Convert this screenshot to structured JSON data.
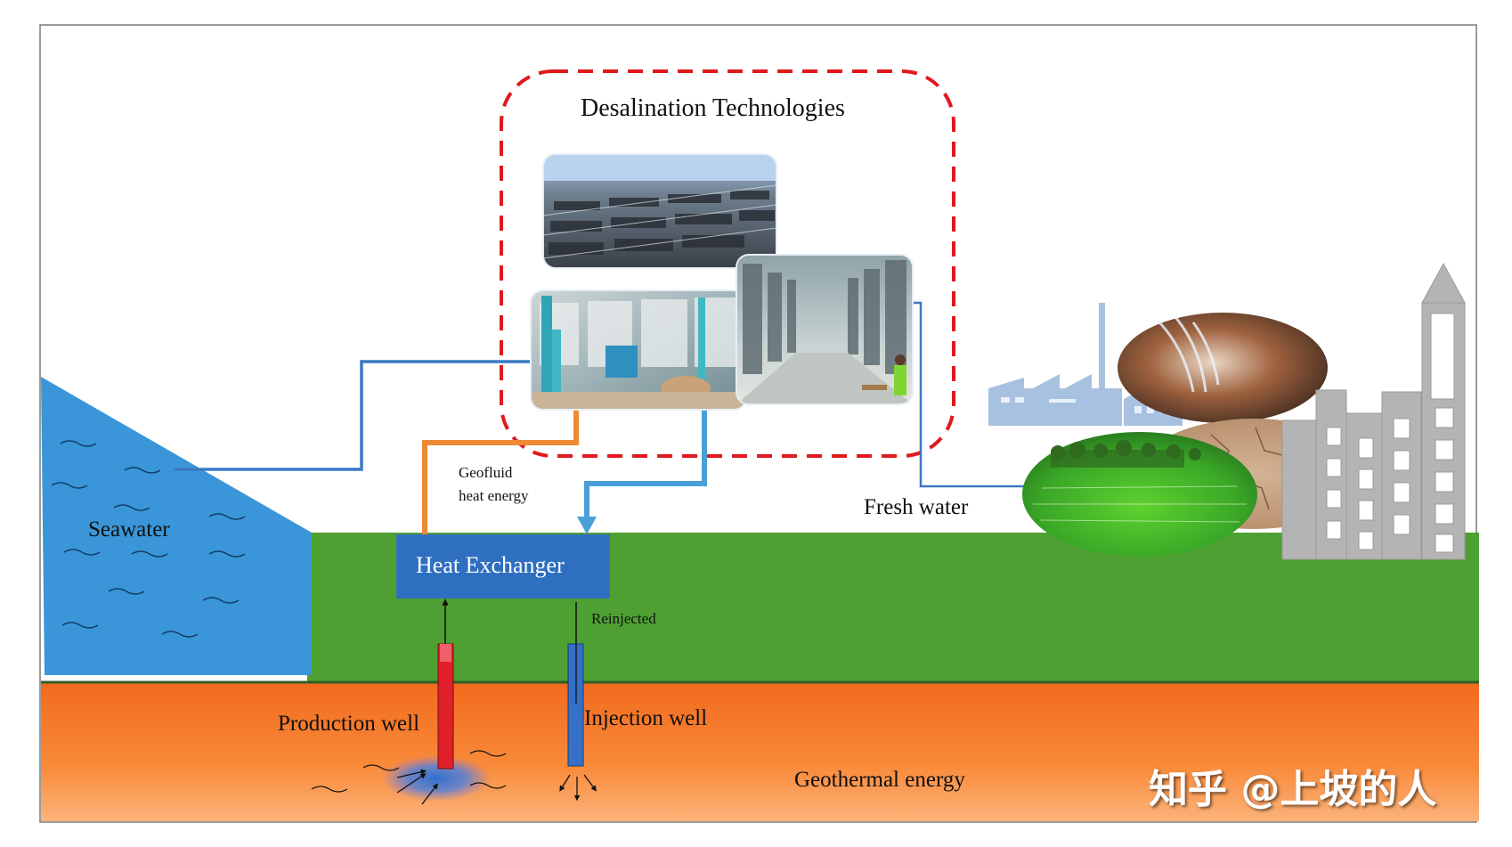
{
  "diagram": {
    "desalination_label": "Desalination Technologies",
    "seawater_label": "Seawater",
    "heat_exchanger_label": "Heat Exchanger",
    "geofluid_label_line1": "Geofluid",
    "geofluid_label_line2": "heat  energy",
    "reinjected_label": "Reinjected",
    "fresh_water_label": "Fresh water",
    "production_well_label": "Production well",
    "injection_well_label": "Injection  well",
    "geothermal_label": "Geothermal  energy",
    "watermark_text": "知乎 @上坡的人"
  },
  "colors": {
    "sea": "#3a96d8",
    "ground": "#4ea032",
    "geothermal": "#f47a2a",
    "heat_exchanger": "#2f6fc0",
    "seawater_pipe": "#3b78c4",
    "geofluid_pipe": "#ee8a33",
    "reinject_pipe": "#4a9fd9",
    "dashed_border": "#e0191d",
    "production_well": "#e0202a",
    "injection_well": "#3570c6",
    "building": "#b4b4b4"
  }
}
